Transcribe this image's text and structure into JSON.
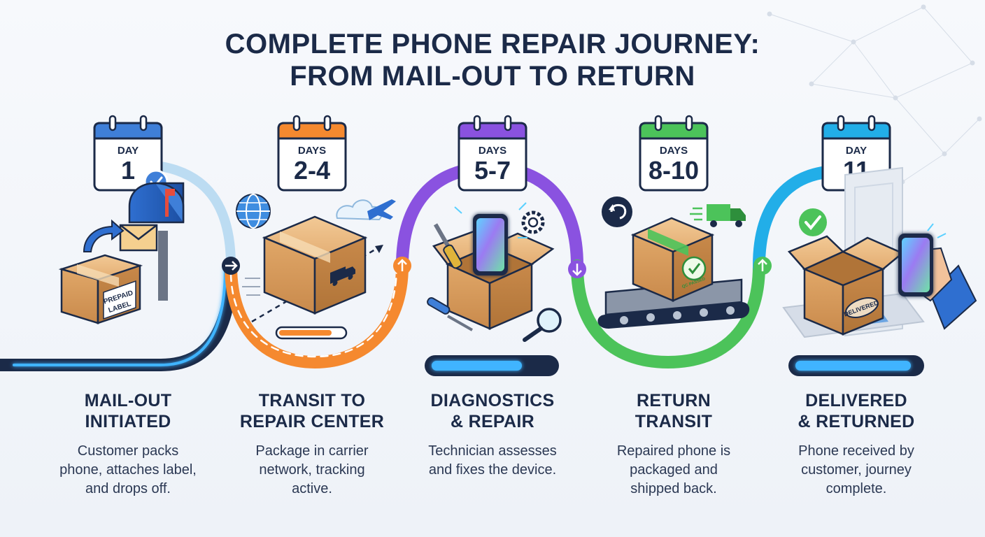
{
  "title": {
    "line1": "COMPLETE PHONE REPAIR JOURNEY:",
    "line2": "FROM MAIL-OUT TO RETURN"
  },
  "colors": {
    "navy": "#1b2a48",
    "blue_glow": "#3fb4ff",
    "orange": "#f5892f",
    "purple": "#8a52e0",
    "green": "#4cc35a",
    "cyan": "#22aee8"
  },
  "steps": [
    {
      "calendar": {
        "label": "DAY",
        "number": "1",
        "color": "#3f7fd8",
        "icon": "check-badge-icon"
      },
      "title": [
        "MAIL-OUT",
        "INITIATED"
      ],
      "description": [
        "Customer packs",
        "phone, attaches label,",
        "and drops off."
      ],
      "box_label": "PREPAID LABEL",
      "icons": [
        "mailbox-icon",
        "envelope-icon",
        "arrow-icon",
        "package-icon"
      ]
    },
    {
      "calendar": {
        "label": "DAYS",
        "number": "2-4",
        "color": "#f5892f"
      },
      "title": [
        "TRANSIT TO",
        "REPAIR CENTER"
      ],
      "description": [
        "Package in carrier",
        "network, tracking",
        "active."
      ],
      "progress": 0.85,
      "icons": [
        "globe-icon",
        "airplane-cloud-icon",
        "package-truck-icon"
      ]
    },
    {
      "calendar": {
        "label": "DAYS",
        "number": "5-7",
        "color": "#8a52e0"
      },
      "title": [
        "DIAGNOSTICS",
        "& REPAIR"
      ],
      "description": [
        "Technician assesses",
        "and fixes the device."
      ],
      "progress": 0.75,
      "icons": [
        "screwdriver-icon",
        "phone-icon",
        "gear-icon",
        "open-box-icon",
        "magnifier-icon"
      ]
    },
    {
      "calendar": {
        "label": "DAYS",
        "number": "8-10",
        "color": "#4cc35a"
      },
      "title": [
        "RETURN",
        "TRANSIT"
      ],
      "description": [
        "Repaired phone is",
        "packaged and",
        "shipped back."
      ],
      "box_label": "QC PASSED",
      "icons": [
        "return-arrow-icon",
        "truck-icon",
        "conveyor-icon",
        "package-icon"
      ]
    },
    {
      "calendar": {
        "label": "DAY",
        "number": "11",
        "color": "#22aee8"
      },
      "title": [
        "DELIVERED",
        "& RETURNED"
      ],
      "description": [
        "Phone received by",
        "customer, journey",
        "complete."
      ],
      "box_label": "DELIVERED",
      "progress": 0.95,
      "icons": [
        "check-icon",
        "door-icon",
        "open-box-icon",
        "hand-phone-icon"
      ]
    }
  ]
}
